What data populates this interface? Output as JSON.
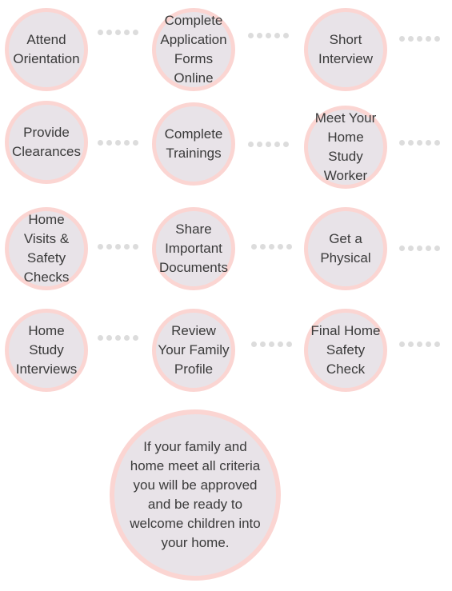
{
  "steps": [
    {
      "label": "Attend\nOrientation"
    },
    {
      "label": "Complete\nApplication\nForms Online"
    },
    {
      "label": "Short\nInterview"
    },
    {
      "label": "Provide\nClearances"
    },
    {
      "label": "Complete\nTrainings"
    },
    {
      "label": "Meet Your\nHome\nStudy\nWorker"
    },
    {
      "label": "Home\nVisits &\nSafety\nChecks"
    },
    {
      "label": "Share\nImportant\nDocuments"
    },
    {
      "label": "Get a\nPhysical"
    },
    {
      "label": "Home\nStudy\nInterviews"
    },
    {
      "label": "Review\nYour Family\nProfile"
    },
    {
      "label": "Final Home\nSafety\nCheck"
    }
  ],
  "final": {
    "label": "If your family and\nhome meet all criteria\nyou will be approved\nand be ready to\nwelcome children into\nyour home."
  },
  "colors": {
    "circle_fill": "#e8e3e8",
    "circle_border": "#fbd5d2",
    "connector": "#dcdcdc",
    "text": "#3a3a3a"
  }
}
